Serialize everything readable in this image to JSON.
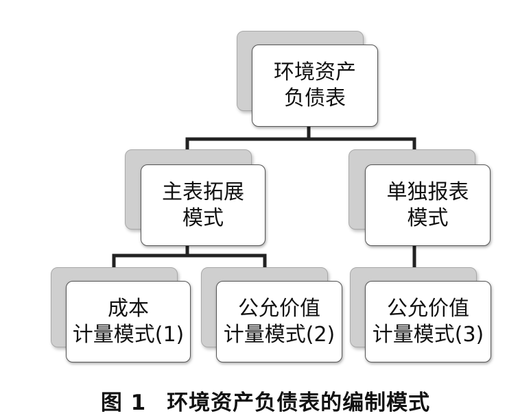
{
  "diagram": {
    "root": {
      "line1": "环境资产",
      "line2": "负债表"
    },
    "left_branch": {
      "line1": "主表拓展",
      "line2": "模式"
    },
    "right_branch": {
      "line1": "单独报表",
      "line2": "模式"
    },
    "leaf_1": {
      "line1": "成本",
      "line2": "计量模式(1)"
    },
    "leaf_2": {
      "line1": "公允价值",
      "line2": "计量模式(2)"
    },
    "leaf_3": {
      "line1": "公允价值",
      "line2": "计量模式(3)"
    }
  },
  "caption": {
    "number": "图 1",
    "text": "环境资产负债表的编制模式"
  }
}
